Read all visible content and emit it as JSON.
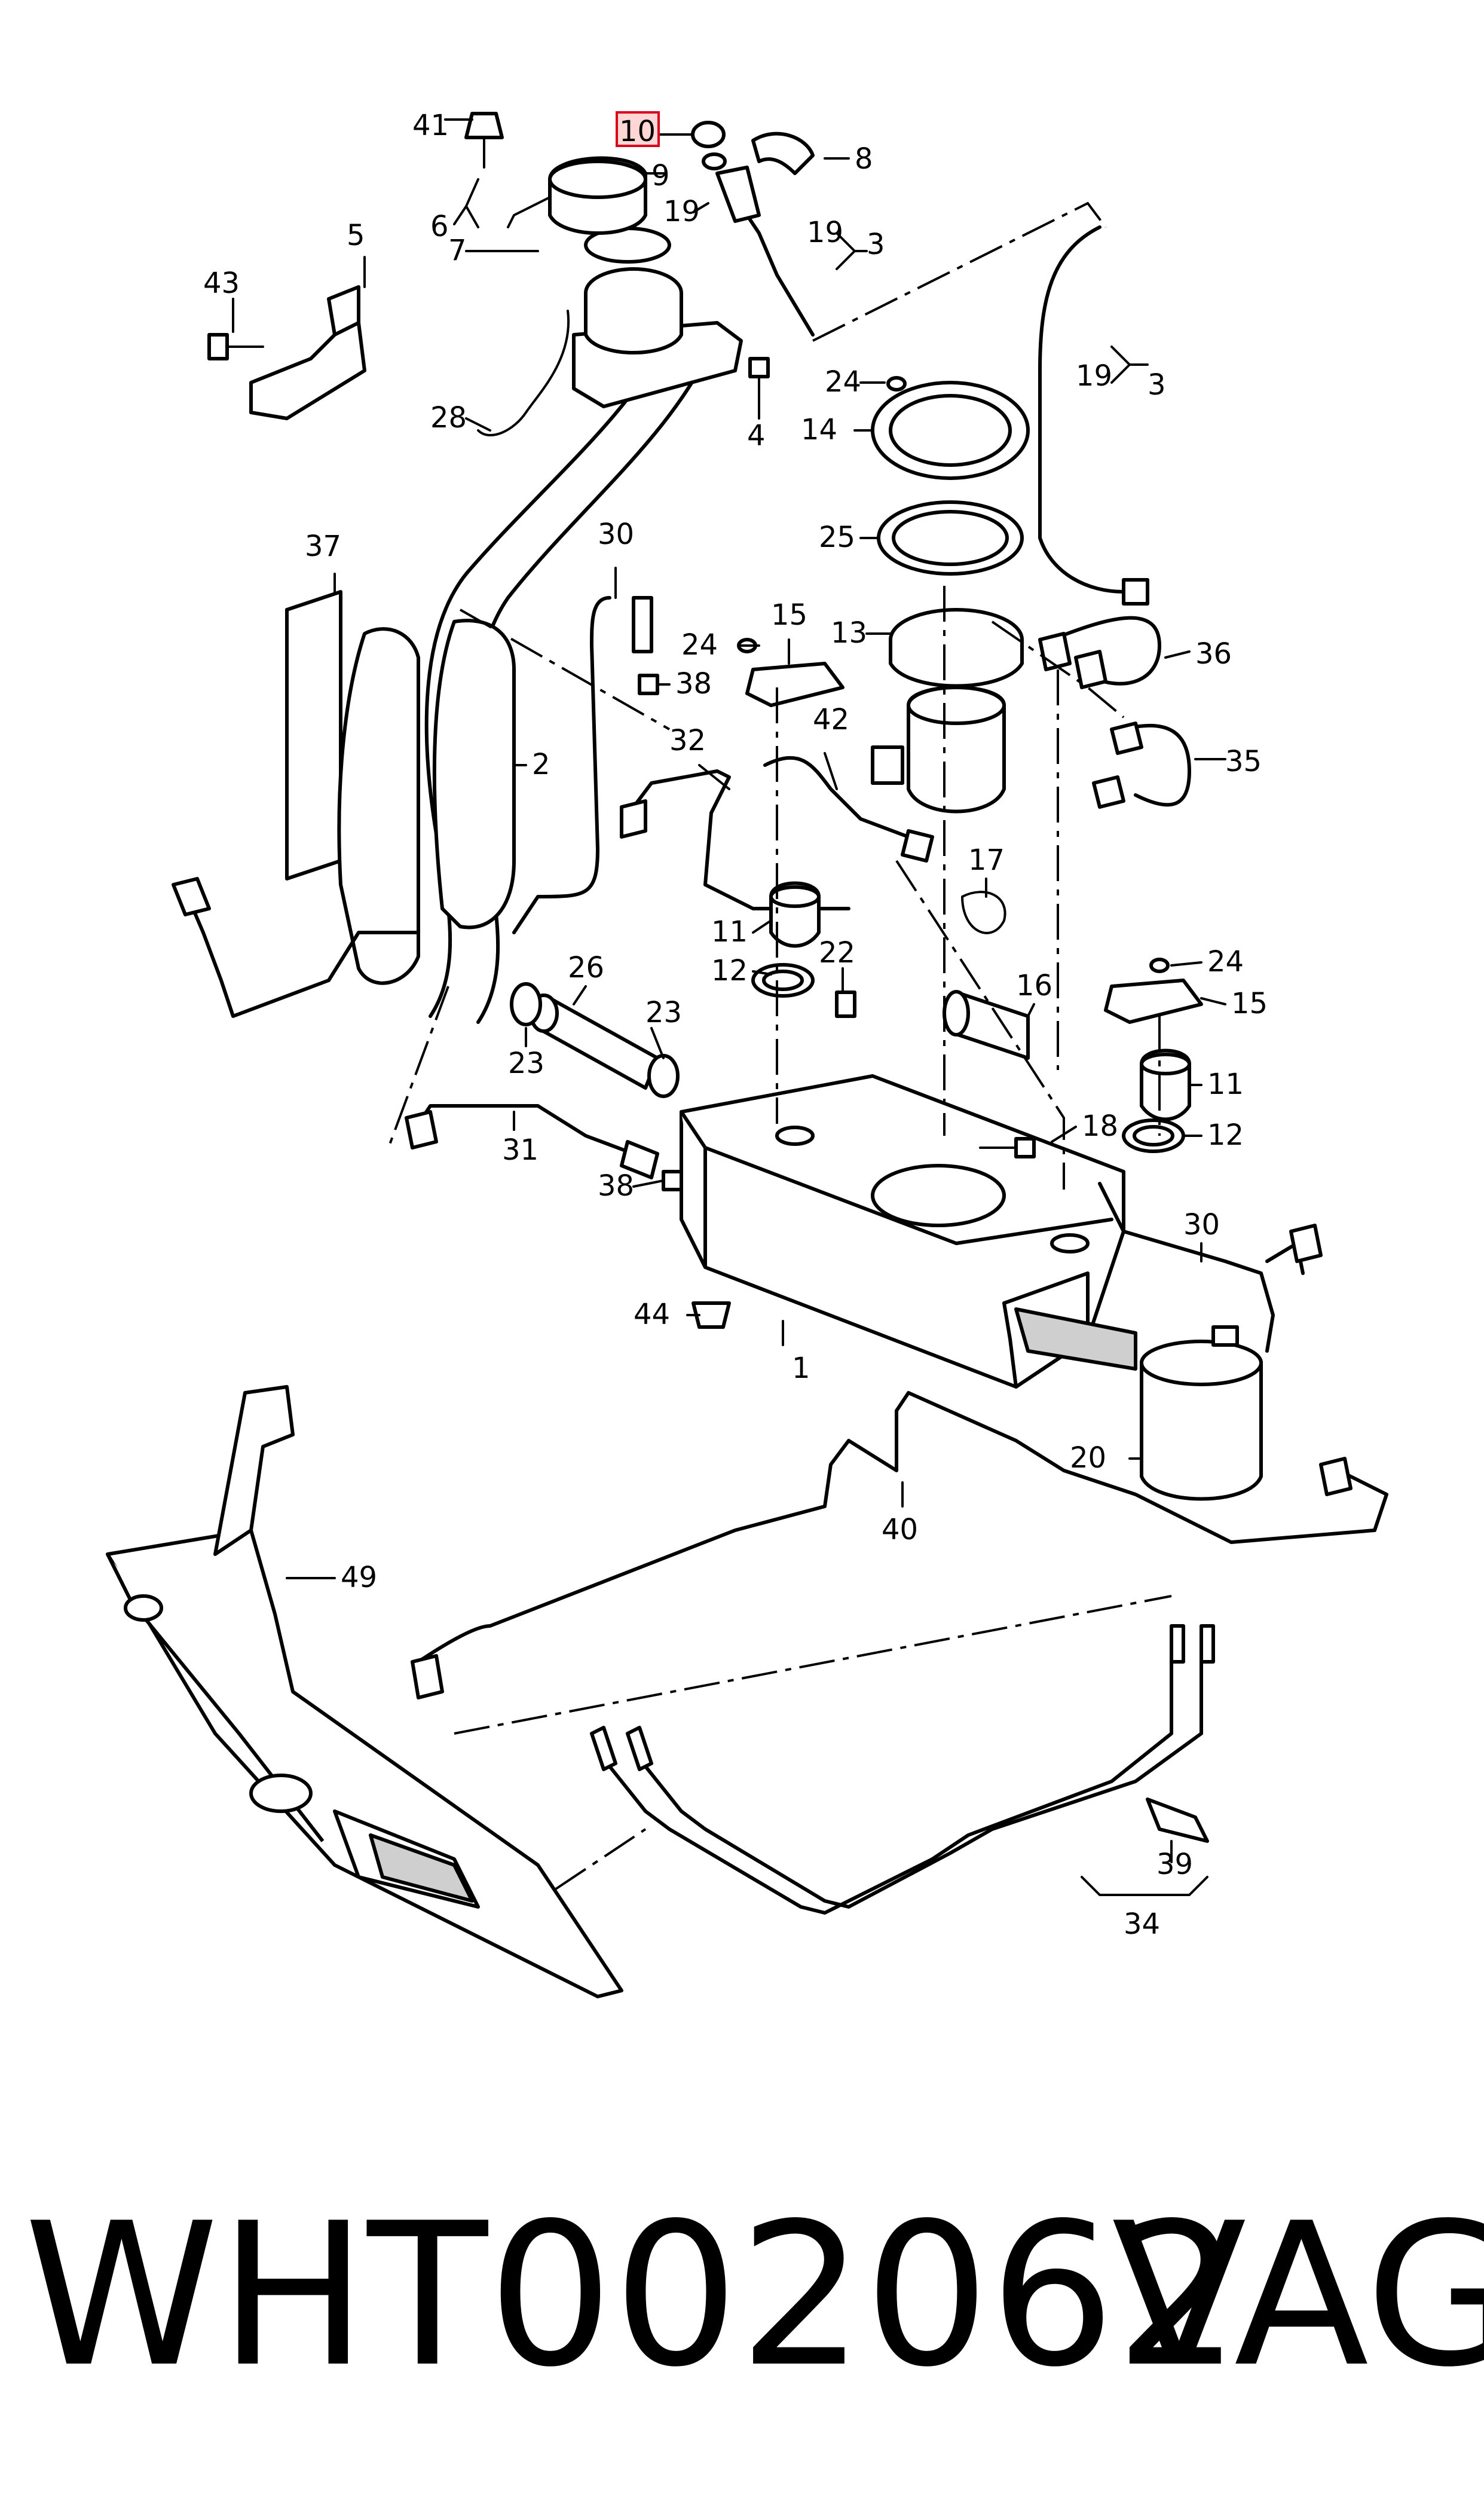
{
  "callouts": {
    "c1": "1",
    "c2": "2",
    "c3a": "3",
    "c3b": "3",
    "c4": "4",
    "c5": "5",
    "c6": "6",
    "c7": "7",
    "c8": "8",
    "c9": "9",
    "c10": "10",
    "c11a": "11",
    "c11b": "11",
    "c12a": "12",
    "c12b": "12",
    "c13": "13",
    "c14": "14",
    "c15a": "15",
    "c15b": "15",
    "c16": "16",
    "c17": "17",
    "c18": "18",
    "c19a": "19",
    "c19b": "19",
    "c19c": "19",
    "c20": "20",
    "c22": "22",
    "c23a": "23",
    "c23b": "23",
    "c24a": "24",
    "c24b": "24",
    "c24c": "24",
    "c25": "25",
    "c26": "26",
    "c28": "28",
    "c30a": "30",
    "c30b": "30",
    "c31": "31",
    "c32": "32",
    "c34": "34",
    "c35": "35",
    "c36": "36",
    "c37": "37",
    "c38a": "38",
    "c38b": "38",
    "c39": "39",
    "c40": "40",
    "c41": "41",
    "c42": "42",
    "c43": "43",
    "c44": "44",
    "c49": "49"
  },
  "highlight": {
    "label": "10",
    "color": "#d9001b"
  },
  "caption": {
    "part_number": "WHT002062",
    "brand": "VAG"
  }
}
